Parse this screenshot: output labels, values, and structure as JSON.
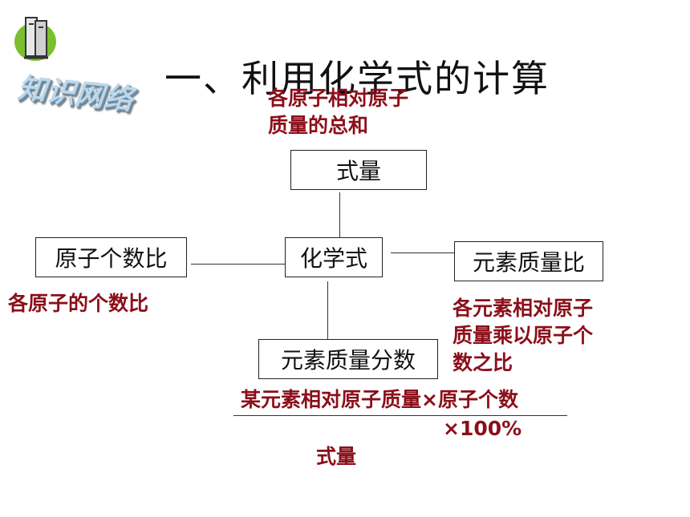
{
  "title": "一、利用化学式的计算",
  "badge": "知识网络",
  "icon": "book-stack-icon",
  "colors": {
    "note": "#8b0f1a",
    "accent": "#6aaa2a"
  },
  "nodes": {
    "formula_weight": "式量",
    "chemical_formula": "化学式",
    "atom_ratio": "原子个数比",
    "element_mass_ratio": "元素质量比",
    "element_mass_fraction": "元素质量分数"
  },
  "notes": {
    "formula_weight_line1": "各原子相对原子",
    "formula_weight_line2": "质量的总和",
    "atom_ratio": "各原子的个数比",
    "mass_ratio_line1": "各元素相对原子",
    "mass_ratio_line2": "质量乘以原子个",
    "mass_ratio_line3": "数之比",
    "fraction_numerator": "某元素相对原子质量×原子个数",
    "fraction_multiplier": "×100%",
    "fraction_denominator": "式量"
  }
}
